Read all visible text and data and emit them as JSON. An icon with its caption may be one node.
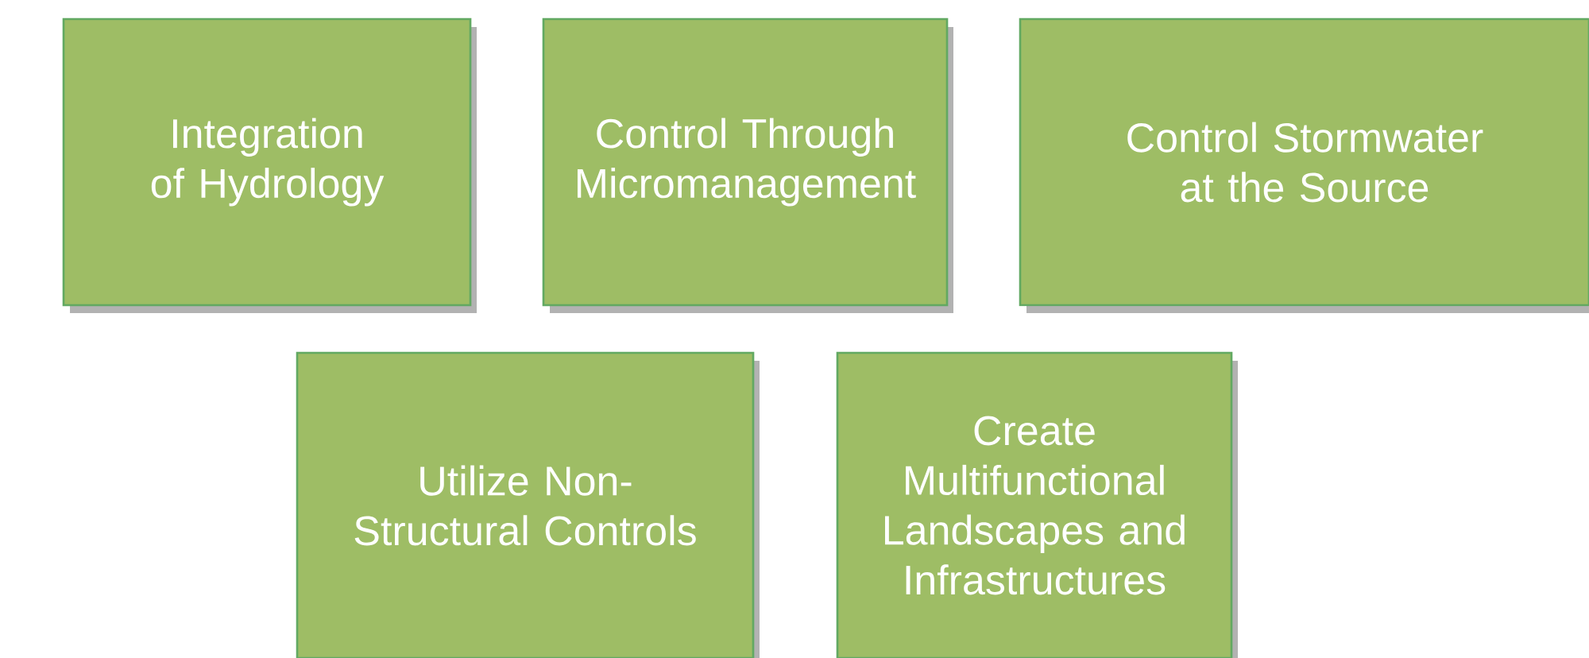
{
  "diagram": {
    "nodes": [
      {
        "text": [
          "Integration of Hydrology"
        ]
      },
      {
        "text": [
          "Control Through Micromanagement"
        ]
      },
      {
        "text": [
          "Control Stormwater at the Source"
        ]
      },
      {
        "text": [
          "Utilize Non-Structural Controls"
        ]
      },
      {
        "text": [
          "Create Multifunctional Landscapes and Infrastructures"
        ]
      }
    ]
  }
}
